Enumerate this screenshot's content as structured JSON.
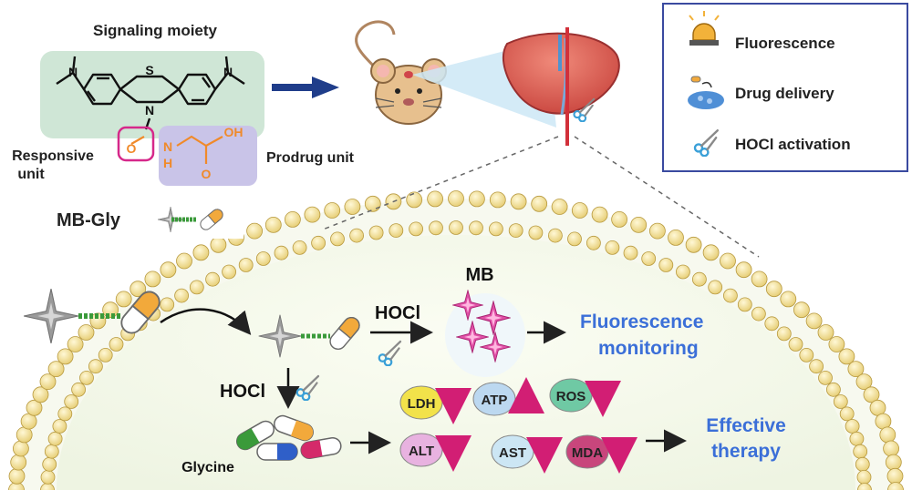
{
  "structure": {
    "title": "Signaling moiety",
    "n_labels": [
      "N",
      "N",
      "N"
    ],
    "s_label": "S",
    "carbonyl_o": "O",
    "nh_n": "N",
    "nh_h": "H",
    "acid_oh": "OH",
    "acid_o": "O",
    "responsive_line1": "Responsive",
    "responsive_line2": "unit",
    "prodrug_label": "Prodrug unit"
  },
  "legend": {
    "fluorescence": "Fluorescence",
    "drug_delivery": "Drug delivery",
    "activation": "HOCl activation"
  },
  "probe_label": "MB-Gly",
  "cell": {
    "hocl_top": "HOCl",
    "hocl_left": "HOCl",
    "mb_label": "MB",
    "fluor_line1": "Fluorescence",
    "fluor_line2": "monitoring",
    "glycine_label": "Glycine",
    "therapy_line1": "Effective",
    "therapy_line2": "therapy"
  },
  "markers": [
    {
      "label": "LDH",
      "trend": "down",
      "color": "#f2e24a"
    },
    {
      "label": "ATP",
      "trend": "up",
      "color": "#bcd8f0"
    },
    {
      "label": "ROS",
      "trend": "down",
      "color": "#6fc9a4"
    },
    {
      "label": "ALT",
      "trend": "down",
      "color": "#e8b2e0"
    },
    {
      "label": "AST",
      "trend": "down",
      "color": "#cce6f4"
    },
    {
      "label": "MDA",
      "trend": "down",
      "color": "#c8467c"
    }
  ],
  "colors": {
    "accent_blue": "#3b6fd8",
    "arrow_pink": "#d21e74",
    "membrane_bead": "#f3e2a0",
    "box_green": "#cfe6d6",
    "box_purple": "#c9c4e8",
    "legend_border": "#3a4aa0"
  }
}
